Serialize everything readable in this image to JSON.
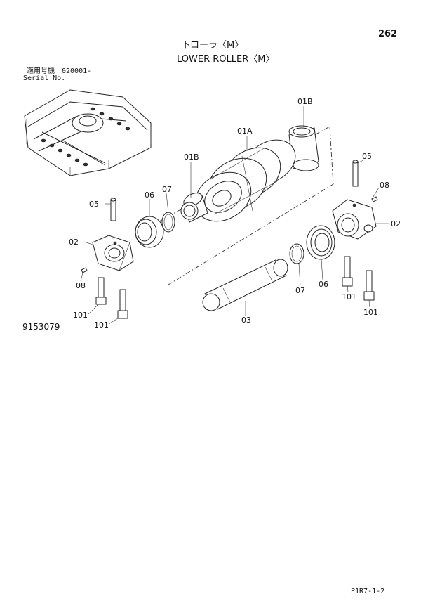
{
  "page_number": "262",
  "title_jp": "下ローラ〈M〉",
  "title_en": "LOWER ROLLER〈M〉",
  "serial_label_jp": "適用号機",
  "serial_value": "020001-",
  "serial_label_en": "Serial No.",
  "drawing_number": "9153079",
  "footer_code": "P1R7-1-2",
  "callouts": {
    "c01b_top": "01B",
    "c01a": "01A",
    "c01b_left": "01B",
    "c05_right": "05",
    "c08_right": "08",
    "c02_right": "02",
    "c05_left": "05",
    "c06_left": "06",
    "c07_left": "07",
    "c02_left": "02",
    "c08_left": "08",
    "c101_a": "101",
    "c101_b": "101",
    "c07_right": "07",
    "c06_right": "06",
    "c03": "03",
    "c101_c": "101",
    "c101_d": "101"
  },
  "parts": [
    "undercarriage-overview",
    "roller-shell",
    "bushing",
    "floating-seal",
    "o-ring",
    "pin",
    "collar",
    "shaft",
    "bolt",
    "plug"
  ]
}
